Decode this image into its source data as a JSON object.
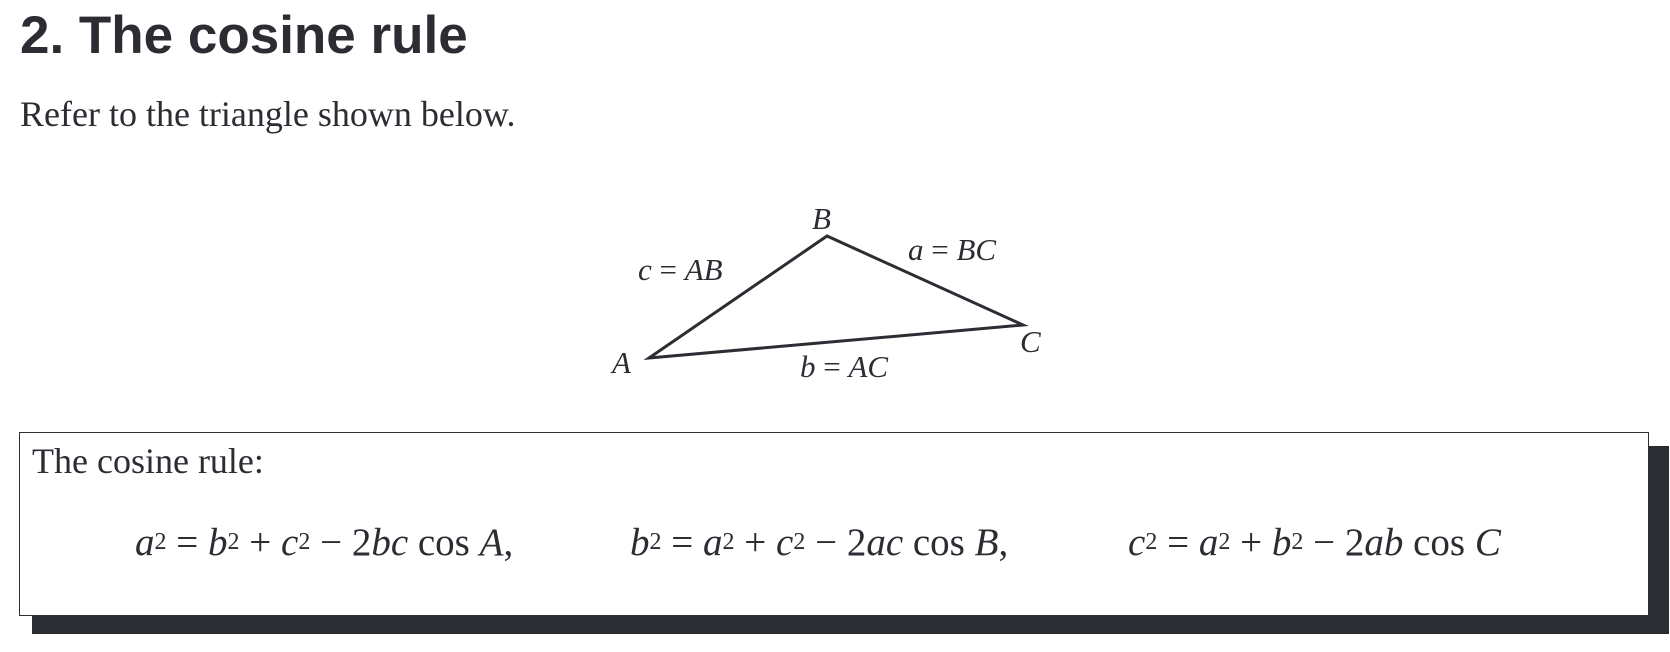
{
  "heading": "2. The cosine rule",
  "intro": "Refer to the triangle shown below.",
  "diagram": {
    "vertices": {
      "a": "A",
      "b": "B",
      "c": "C"
    },
    "sides": {
      "ab": {
        "var": "c",
        "eq": " = ",
        "name": "AB"
      },
      "bc": {
        "var": "a",
        "eq": " = ",
        "name": "BC"
      },
      "ac": {
        "var": "b",
        "eq": " = ",
        "name": "AC"
      }
    }
  },
  "rule_box": {
    "title": "The cosine rule:",
    "formulas": [
      {
        "lhs": "a",
        "lhs_exp": "2",
        "eq": " = ",
        "t1": "b",
        "t1_exp": "2",
        "plus": " + ",
        "t2": "c",
        "t2_exp": "2",
        "minus": " − ",
        "coef": "2",
        "prod": "bc",
        "cos": " cos ",
        "angle": "A",
        "punct": ","
      },
      {
        "lhs": "b",
        "lhs_exp": "2",
        "eq": " = ",
        "t1": "a",
        "t1_exp": "2",
        "plus": " + ",
        "t2": "c",
        "t2_exp": "2",
        "minus": " − ",
        "coef": "2",
        "prod": "ac",
        "cos": " cos ",
        "angle": "B",
        "punct": ","
      },
      {
        "lhs": "c",
        "lhs_exp": "2",
        "eq": " = ",
        "t1": "a",
        "t1_exp": "2",
        "plus": " + ",
        "t2": "b",
        "t2_exp": "2",
        "minus": " − ",
        "coef": "2",
        "prod": "ab",
        "cos": " cos ",
        "angle": "C",
        "punct": ""
      }
    ]
  }
}
